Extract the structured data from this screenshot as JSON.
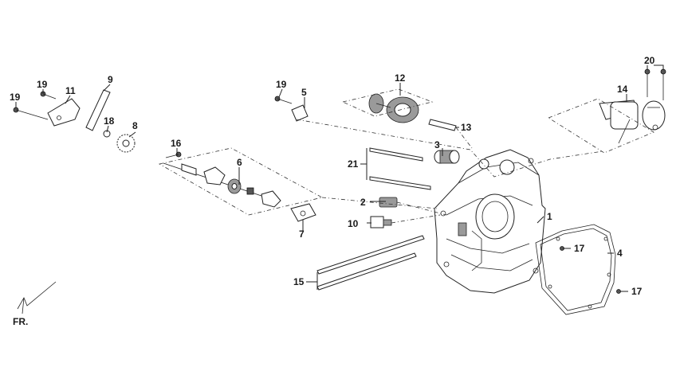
{
  "callouts": [
    {
      "id": "c1",
      "label": "1"
    },
    {
      "id": "c2",
      "label": "2"
    },
    {
      "id": "c3",
      "label": "3"
    },
    {
      "id": "c4",
      "label": "4"
    },
    {
      "id": "c5",
      "label": "5"
    },
    {
      "id": "c6",
      "label": "6"
    },
    {
      "id": "c7",
      "label": "7"
    },
    {
      "id": "c8",
      "label": "8"
    },
    {
      "id": "c9",
      "label": "9"
    },
    {
      "id": "c10",
      "label": "10"
    },
    {
      "id": "c11",
      "label": "11"
    },
    {
      "id": "c12",
      "label": "12"
    },
    {
      "id": "c13",
      "label": "13"
    },
    {
      "id": "c14",
      "label": "14"
    },
    {
      "id": "c15",
      "label": "15"
    },
    {
      "id": "c16",
      "label": "16"
    },
    {
      "id": "c17a",
      "label": "17"
    },
    {
      "id": "c17b",
      "label": "17"
    },
    {
      "id": "c18",
      "label": "18"
    },
    {
      "id": "c19a",
      "label": "19"
    },
    {
      "id": "c19b",
      "label": "19"
    },
    {
      "id": "c19c",
      "label": "19"
    },
    {
      "id": "c20",
      "label": "20"
    },
    {
      "id": "c21",
      "label": "21"
    }
  ],
  "orientation": {
    "label": "FR.",
    "icon": "front-direction-arrow-icon"
  }
}
